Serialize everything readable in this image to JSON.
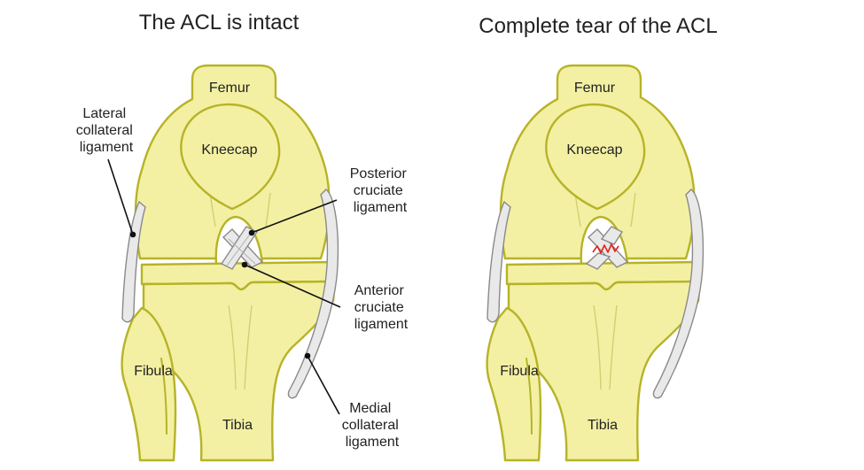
{
  "panels": {
    "intact": {
      "title": "The ACL is intact"
    },
    "torn": {
      "title": "Complete tear of the ACL"
    }
  },
  "labels": {
    "femur": "Femur",
    "kneecap": "Kneecap",
    "fibula": "Fibula",
    "tibia": "Tibia",
    "lateral_collateral": [
      "Lateral",
      "collateral",
      "ligament"
    ],
    "posterior_cruciate": [
      "Posterior",
      "cruciate",
      "ligament"
    ],
    "anterior_cruciate": [
      "Anterior",
      "cruciate",
      "ligament"
    ],
    "medial_collateral": [
      "Medial",
      "collateral",
      "ligament"
    ]
  },
  "colors": {
    "bone_fill": "#f3f0a4",
    "bone_outline": "#b7b327",
    "ligament": "#e9e9e9",
    "tear": "#e3231b"
  }
}
